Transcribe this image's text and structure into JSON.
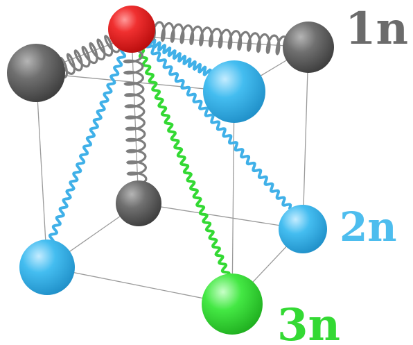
{
  "labels": {
    "first": "1n",
    "second": "2n",
    "third": "3n"
  },
  "colors": {
    "central": "#ee2222",
    "first_neighbor": "#6b6b6b",
    "second_neighbor": "#3fb8ee",
    "third_neighbor": "#3ee03e",
    "first_spring": "#7d7d7d",
    "second_spring": "#3fb0e8",
    "third_spring": "#33d933",
    "edge": "#9a9a9a"
  },
  "legend": [
    {
      "key": "first",
      "color_key": "first_neighbor"
    },
    {
      "key": "second",
      "color_key": "second_neighbor"
    },
    {
      "key": "third",
      "color_key": "third_neighbor"
    }
  ]
}
